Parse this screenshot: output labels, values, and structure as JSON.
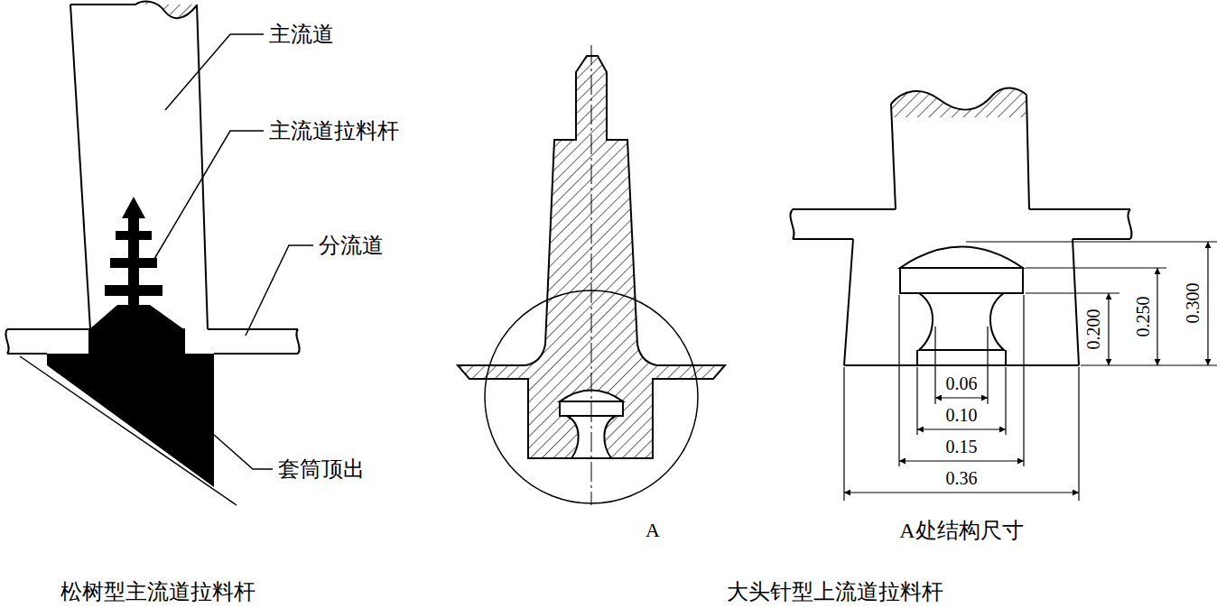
{
  "diagram": {
    "labels": [
      "主流道",
      "主流道拉料杆",
      "分流道",
      "套筒顶出",
      "松树型主流道拉料杆",
      "A",
      "0.200",
      "0.250",
      "0.300",
      "0.06",
      "0.10",
      "0.15",
      "0.36",
      "A处结构尺寸",
      "大头针型上流道拉料杆"
    ]
  }
}
